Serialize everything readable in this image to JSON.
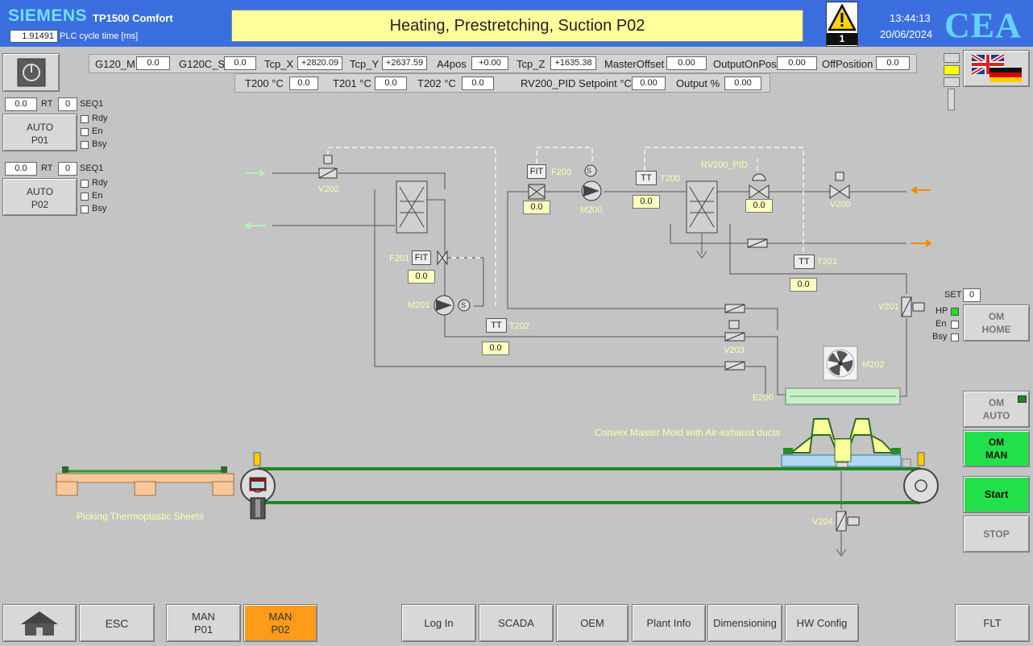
{
  "header": {
    "brand": "SIEMENS",
    "panel_model": "TP1500 Comfort",
    "cycle_time_value": "1.91491",
    "cycle_time_label": "PLC cycle time [ms]",
    "title": "Heating, Prestretching, Suction P02",
    "alarm_count": "1",
    "time": "13:44:13",
    "date": "20/06/2024",
    "logo": "CEA"
  },
  "params_row1": [
    {
      "label": "G120_M",
      "value": "0.0"
    },
    {
      "label": "G120C_S",
      "value": "0.0"
    },
    {
      "label": "Tcp_X",
      "value": "+2820.09"
    },
    {
      "label": "Tcp_Y",
      "value": "+2637.59"
    },
    {
      "label": "A4pos",
      "value": "+0.00"
    },
    {
      "label": "Tcp_Z",
      "value": "+1635.38"
    },
    {
      "label": "MasterOffset",
      "value": "0.00"
    },
    {
      "label": "OutputOnPos",
      "value": "0.00"
    },
    {
      "label": "OffPosition",
      "value": "0.0"
    }
  ],
  "params_row2": [
    {
      "label": "T200 °C",
      "value": "0.0"
    },
    {
      "label": "T201 °C",
      "value": "0.0"
    },
    {
      "label": "T202 °C",
      "value": "0.0"
    },
    {
      "label": "RV200_PID Setpoint °C",
      "value": "0.00"
    },
    {
      "label": "Output %",
      "value": "0.00"
    }
  ],
  "seq1": {
    "value": "0.0",
    "rt_label": "RT",
    "rt_value": "0",
    "seq_label": "SEQ1",
    "btn_line1": "AUTO",
    "btn_line2": "P01",
    "rdy": "Rdy",
    "en": "En",
    "bsy": "Bsy"
  },
  "seq2": {
    "value": "0.0",
    "rt_label": "RT",
    "rt_value": "0",
    "seq_label": "SEQ1",
    "btn_line1": "AUTO",
    "btn_line2": "P02",
    "rdy": "Rdy",
    "en": "En",
    "bsy": "Bsy"
  },
  "process": {
    "v202": "V202",
    "f200": "F200",
    "fit_label": "FIT",
    "f200_value": "0.0",
    "m200": "M200",
    "t200": "T200",
    "tt_label": "TT",
    "t200_value": "0.0",
    "rv200": "RV200_PID",
    "rv200_value": "0.0",
    "v200": "V200",
    "f201": "F201",
    "f201_value": "0.0",
    "m201": "M201",
    "s_label": "S",
    "t202": "T202",
    "t202_value": "0.0",
    "t201": "T201",
    "t201_value": "0.0",
    "v203": "V203",
    "v201": "V201",
    "m202": "M202",
    "e200": "E200",
    "v204": "V204",
    "mold_label": "Convex Master Mold with Air-exhaust ducts",
    "sheets_label": "Picking Thermoplastic Sheets"
  },
  "om_status": {
    "set_label": "SET",
    "set_value": "0",
    "hp": "HP",
    "en": "En",
    "bsy": "Bsy"
  },
  "right_buttons": {
    "om_home_1": "OM",
    "om_home_2": "HOME",
    "om_auto_1": "OM",
    "om_auto_2": "AUTO",
    "om_man_1": "OM",
    "om_man_2": "MAN",
    "start": "Start",
    "stop": "STOP"
  },
  "bottom": {
    "esc": "ESC",
    "man_p01_1": "MAN",
    "man_p01_2": "P01",
    "man_p02_1": "MAN",
    "man_p02_2": "P02",
    "login": "Log In",
    "scada": "SCADA",
    "oem": "OEM",
    "plant_info": "Plant Info",
    "dimensioning": "Dimensioning",
    "hw_config": "HW Config",
    "flt": "FLT"
  },
  "icons": {
    "home": "home-icon",
    "power": "power-icon",
    "alarm": "warning-icon",
    "flag": "uk-de-flag-icon",
    "fan": "fan-icon"
  }
}
